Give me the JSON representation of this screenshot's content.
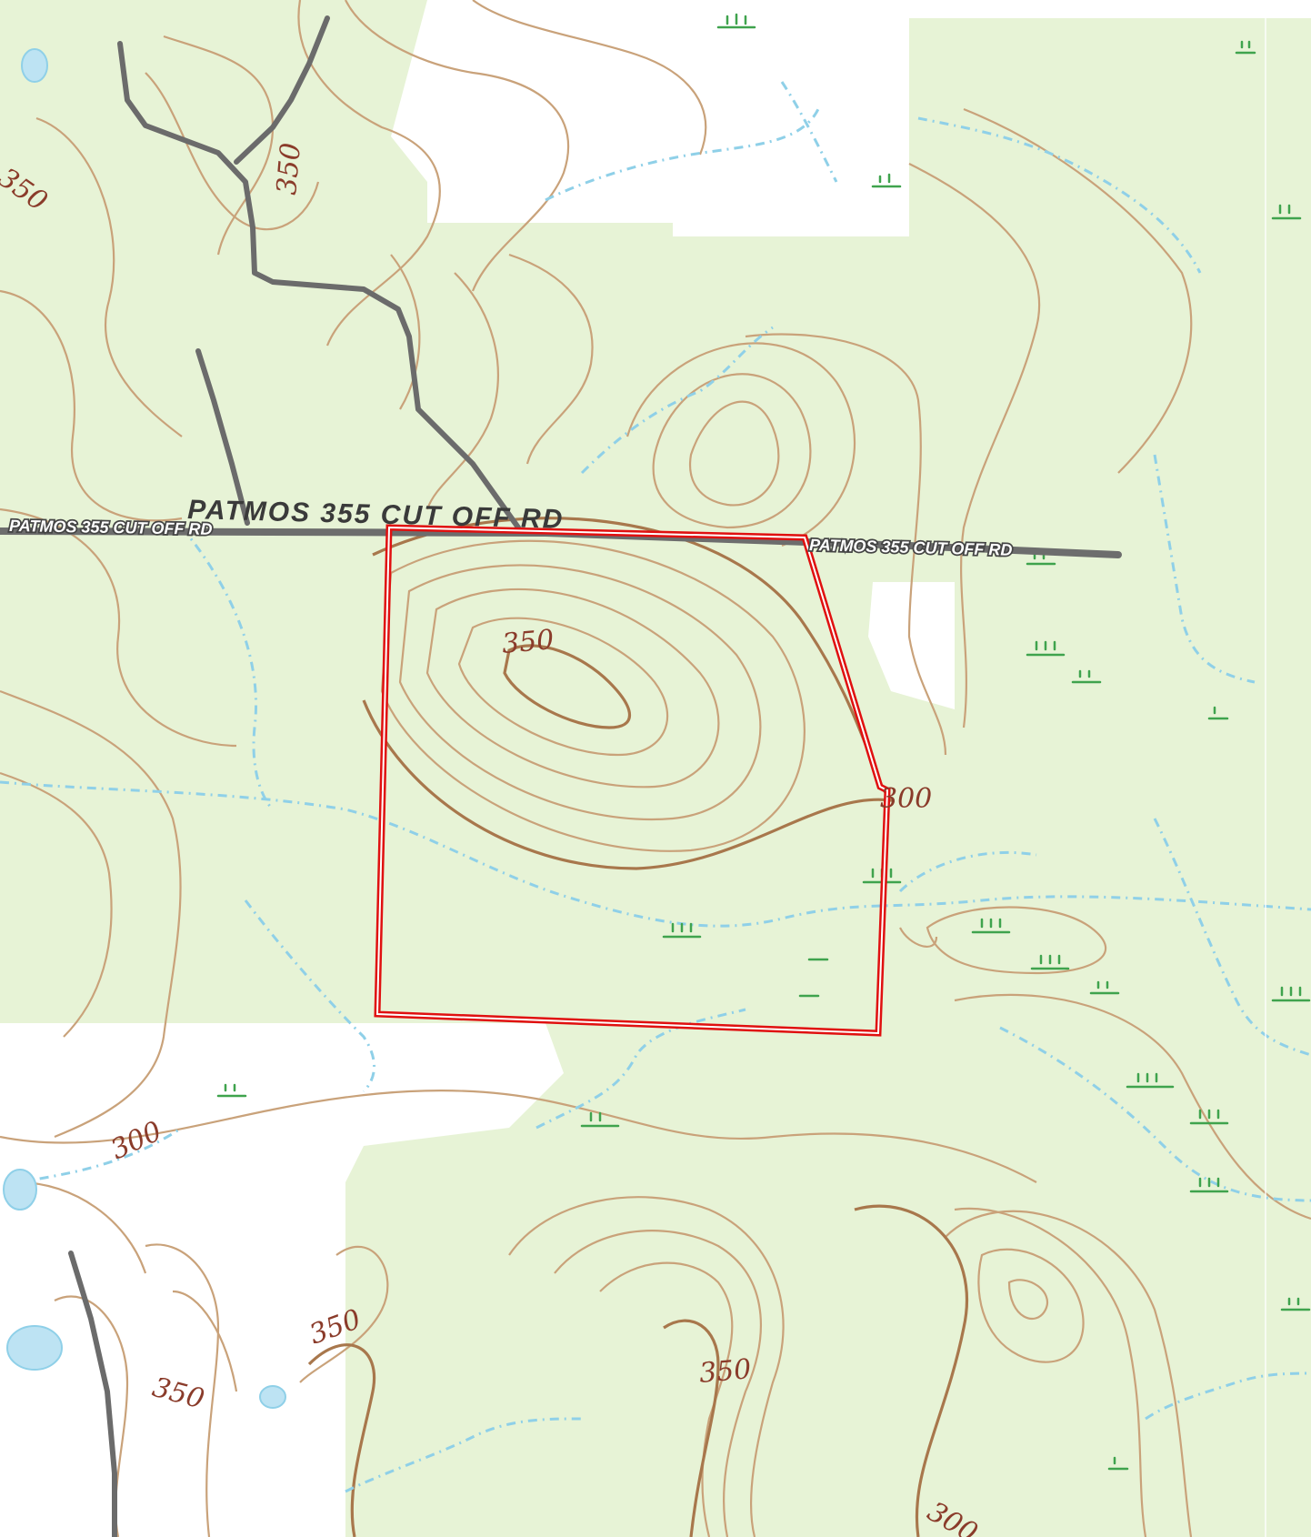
{
  "map": {
    "road_label_main": "PATMOS 355 CUT OFF RD",
    "road_label_left": "PATMOS 355 CUT OFF RD",
    "road_label_right": "PATMOS 355 CUT OFF RD",
    "elevation_labels": {
      "top_left_edge": "350",
      "top_left": "350",
      "parcel_peak": "350",
      "parcel_east": "300",
      "lower_left": "300",
      "bottom_left_a": "350",
      "bottom_left_b": "350",
      "bottom_center": "350",
      "bottom_right": "300"
    },
    "colors": {
      "vegetation": "#e7f3d6",
      "open_land": "#ffffff",
      "contour": "#c9a27a",
      "water": "#8fd0e8",
      "road": "#6d6d6d",
      "parcel_boundary": "#e01010"
    }
  }
}
